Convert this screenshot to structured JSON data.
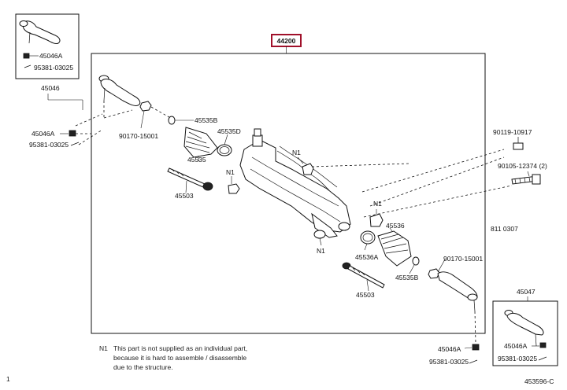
{
  "labels": {
    "main_assembly": "44200",
    "inset_left_clip": "45046A",
    "inset_left_bolt": "95381-03025",
    "inset_left_part": "45046",
    "inset_right_part": "45047",
    "inset_right_clip": "45046A",
    "inset_right_bolt": "95381-03025",
    "left_clip": "45046A",
    "left_bolt": "95381-03025",
    "nut_left": "90170-15001",
    "clamp_left": "45535B",
    "clamp_small_left": "45535D",
    "boot_left": "45535",
    "rod_left": "45503",
    "n1_a": "N1",
    "n1_b": "N1",
    "n1_c": "N1",
    "n1_d": "N1",
    "bolt_top": "90119-10917",
    "bolt_right": "90105-12374 (2)",
    "date_range": "811    0307",
    "boot_right": "45536",
    "clamp_right_a": "45536A",
    "clamp_right_b": "45535B",
    "nut_right": "90170-15001",
    "rod_right": "45503",
    "right_clip": "45046A",
    "right_bolt": "95381-03025",
    "figure_code": "453596-C",
    "page_marker": "1"
  },
  "footnote": {
    "marker": "N1",
    "line1": "This part is not supplied as an individual part,",
    "line2": "because it is hard to assemble / disassemble",
    "line3": "due to the structure."
  }
}
